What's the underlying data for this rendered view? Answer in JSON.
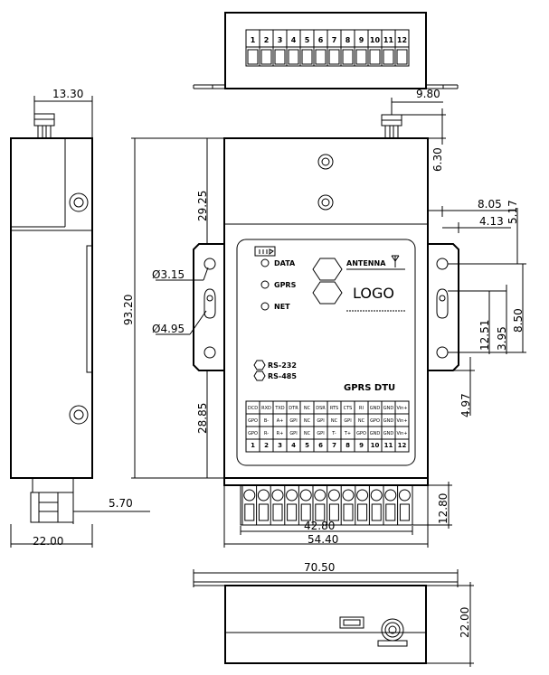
{
  "dimensions": {
    "d_13_30": "13.30",
    "d_9_80": "9.80",
    "d_6_30": "6.30",
    "d_29_25": "29.25",
    "d_8_05": "8.05",
    "d_4_13": "4.13",
    "d_5_17": "5.17",
    "d_93_20": "93.20",
    "d_3_15": "Ø3.15",
    "d_4_95": "Ø4.95",
    "d_12_51": "12.51",
    "d_3_95": "3.95",
    "d_8_50": "8.50",
    "d_4_97": "4.97",
    "d_28_85": "28.85",
    "d_5_70": "5.70",
    "d_12_80": "12.80",
    "d_42_80": "42.80",
    "d_54_40": "54.40",
    "d_22_00_side": "22.00",
    "d_70_50": "70.50",
    "d_22_00_bottom": "22.00"
  },
  "terminal_numbers": [
    "1",
    "2",
    "3",
    "4",
    "5",
    "6",
    "7",
    "8",
    "9",
    "10",
    "11",
    "12"
  ],
  "front": {
    "led_data": "DATA",
    "led_gprs": "GPRS",
    "led_net": "NET",
    "antenna": "ANTENNA",
    "logo": "LOGO",
    "port_rs232": "RS-232",
    "port_rs485": "RS-485",
    "product": "GPRS  DTU",
    "sim_icon": "sim-card-icon"
  },
  "pin_table": {
    "row1": [
      "DCD",
      "RXD",
      "TXD",
      "DTR",
      "NC",
      "DSR",
      "RTS",
      "CTS",
      "RI",
      "GND",
      "GND",
      "Vin+"
    ],
    "row2": [
      "GPO",
      "B-",
      "A+",
      "GPI",
      "NC",
      "GPI",
      "NC",
      "GPI",
      "NC",
      "GPO",
      "GND",
      "Vin+"
    ],
    "row3": [
      "GPO",
      "R-",
      "R+",
      "GPI",
      "NC",
      "GPI",
      "T-",
      "T+",
      "GPO",
      "GND",
      "GND",
      "Vin+"
    ],
    "row4": [
      "1",
      "2",
      "3",
      "4",
      "5",
      "6",
      "7",
      "8",
      "9",
      "10",
      "11",
      "12"
    ]
  }
}
